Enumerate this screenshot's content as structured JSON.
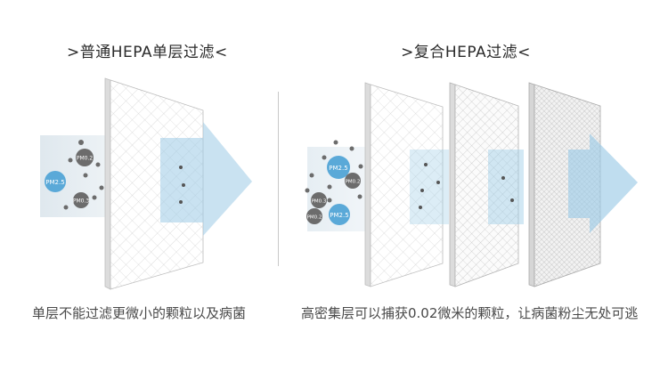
{
  "left_panel": {
    "heading": ">普通HEPA单层过滤<",
    "caption": "单层不能过滤更微小的颗粒以及病菌",
    "particles": [
      "PM0.2",
      "PM2.5",
      "PM0.3"
    ]
  },
  "right_panel": {
    "heading": ">复合HEPA过滤<",
    "caption": "高密集层可以捕获0.02微米的颗粒，让病菌粉尘无处可逃",
    "particles": [
      "PM2.5",
      "PM0.2",
      "PM0.3",
      "PM0.2",
      "PM2.5"
    ]
  },
  "colors": {
    "arrow": "#9ccbe6",
    "particle_dark": "#6c6c6c",
    "particle_blue": "#5aa9d8",
    "block": "#d9e6ee"
  }
}
